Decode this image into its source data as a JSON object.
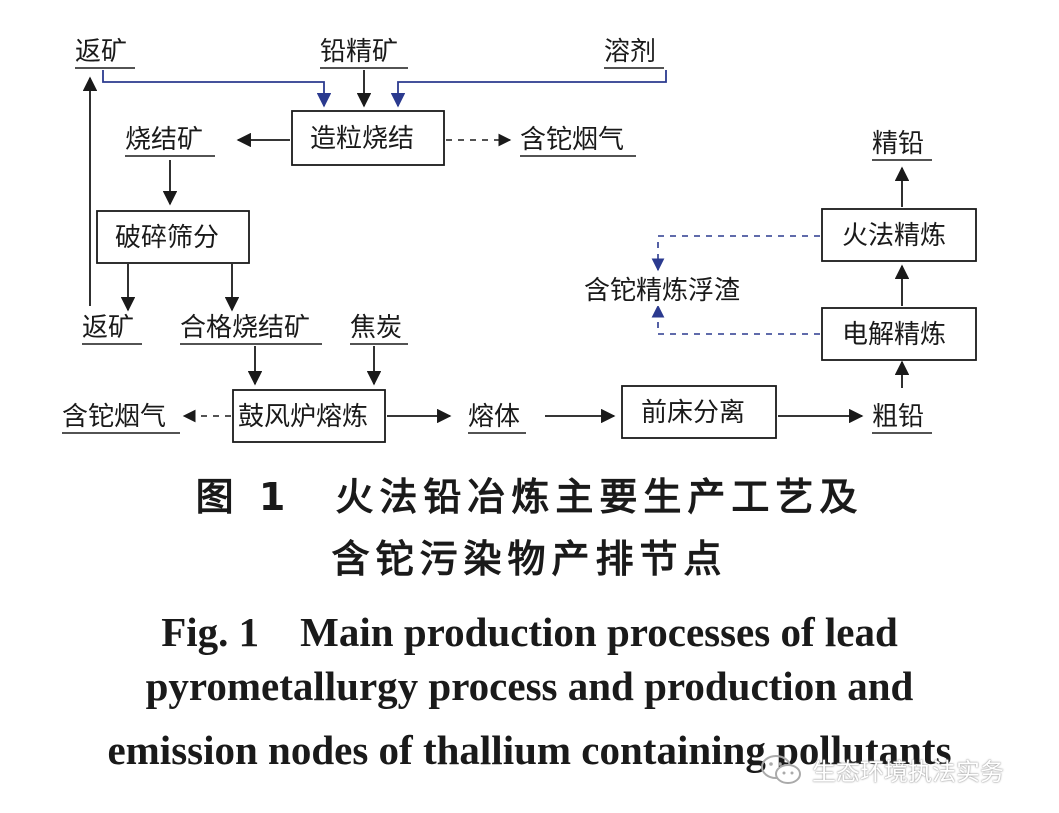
{
  "diagram": {
    "nodes": {
      "return_ore_top": "返矿",
      "lead_concentrate": "铅精矿",
      "flux": "溶剂",
      "granulation_sintering": "造粒烧结",
      "sintered_ore": "烧结矿",
      "tl_flue_gas_top": "含铊烟气",
      "crushing_screening": "破碎筛分",
      "return_ore_bottom": "返矿",
      "qualified_sinter": "合格烧结矿",
      "coke": "焦炭",
      "tl_flue_gas_bottom": "含铊烟气",
      "blast_furnace": "鼓风炉熔炼",
      "melt": "熔体",
      "forehearth_separation": "前床分离",
      "crude_lead": "粗铅",
      "electrolytic_refining": "电解精炼",
      "fire_refining": "火法精炼",
      "refined_lead": "精铅",
      "tl_refining_dross": "含铊精炼浮渣"
    }
  },
  "caption": {
    "cn_line1": "图 1　火法铅冶炼主要生产工艺及",
    "cn_line2": "含铊污染物产排节点",
    "en_line1": "Fig. 1　Main production processes of lead",
    "en_line2": "pyrometallurgy process and production and",
    "en_line3": "emission nodes of thallium containing pollutants"
  },
  "watermark": {
    "text": "生态环境执法实务",
    "icon": "wechat-icon"
  },
  "colors": {
    "ink": "#1a1a1a",
    "blue_arrow": "#2b3a8f"
  }
}
